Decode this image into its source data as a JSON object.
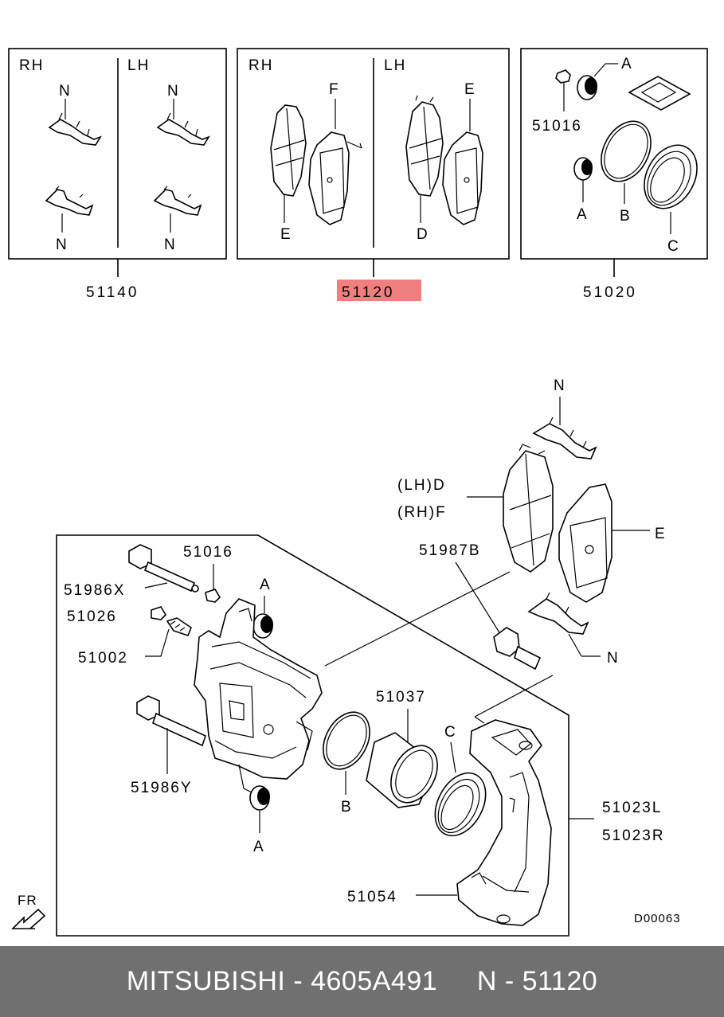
{
  "top_boxes": {
    "clips": {
      "rh": "RH",
      "lh": "LH",
      "n1": "N",
      "n2": "N",
      "n3": "N",
      "n4": "N",
      "ref": "51140"
    },
    "pads": {
      "rh": "RH",
      "lh": "LH",
      "f": "F",
      "e1": "E",
      "e2": "E",
      "d": "D",
      "ref": "51120"
    },
    "seals": {
      "a1": "A",
      "part": "51016",
      "a2": "A",
      "b": "B",
      "c": "C",
      "ref": "51020"
    }
  },
  "main": {
    "n_top": "N",
    "lh_d": "(LH)D",
    "rh_f": "(RH)F",
    "e": "E",
    "p51987b": "51987B",
    "n_bottom": "N",
    "p51016": "51016",
    "p51986x": "51986X",
    "a_top": "A",
    "p51026": "51026",
    "p51002": "51002",
    "p51037": "51037",
    "c": "C",
    "p51986y": "51986Y",
    "b": "B",
    "a_bottom": "A",
    "p51023l": "51023L",
    "p51023r": "51023R",
    "p51054": "51054",
    "fr": "FR",
    "code": "D00063"
  },
  "highlight_color": "#f08080",
  "footer": {
    "text": "MITSUBISHI - 4605A491     N - 51120"
  }
}
